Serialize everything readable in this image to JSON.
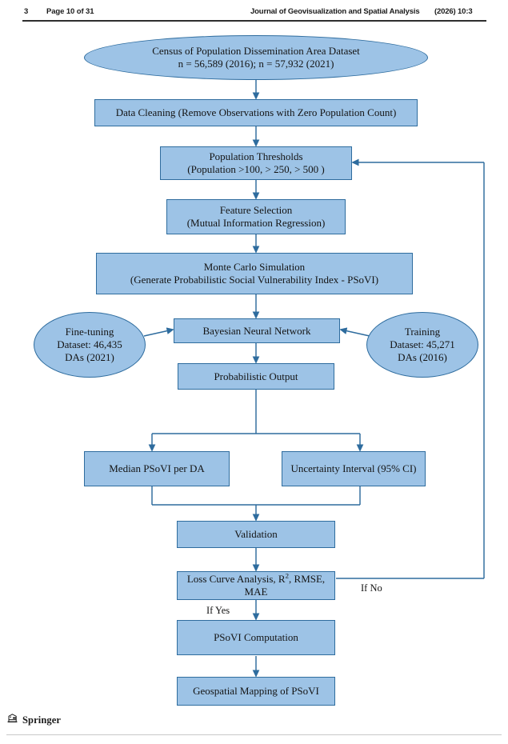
{
  "header": {
    "folio": "3",
    "page_label": "Page 10 of 31",
    "journal": "Journal of Geovisualization and Spatial Analysis",
    "issue": "(2026) 10:3"
  },
  "footer": {
    "publisher": "Springer",
    "logo_icon": "springer-knight-logo-icon"
  },
  "theme": {
    "node_fill": "#9DC3E6",
    "node_stroke": "#2E6C9E",
    "edge_color": "#2E6C9E",
    "text_color": "#141414",
    "page_background": "#FFFFFF"
  },
  "flowchart": {
    "type": "process-flow-diagram",
    "nodes": [
      {
        "id": "census",
        "shape": "ellipse",
        "line1": "Census of Population Dissemination Area Dataset",
        "line2": "n = 56,589 (2016); n = 57,932 (2021)"
      },
      {
        "id": "data-cleaning",
        "shape": "rectangle",
        "line1": "Data Cleaning (Remove Observations with Zero Population Count)",
        "line2": ""
      },
      {
        "id": "population-thresholds",
        "shape": "rectangle",
        "line1": "Population Thresholds",
        "line2": "(Population >100, > 250, > 500 )"
      },
      {
        "id": "feature-selection",
        "shape": "rectangle",
        "line1": "Feature Selection",
        "line2": "(Mutual Information Regression)"
      },
      {
        "id": "monte-carlo",
        "shape": "rectangle",
        "line1": "Monte Carlo Simulation",
        "line2": "(Generate Probabilistic Social Vulnerability Index - PSoVI)"
      },
      {
        "id": "fine-tuning",
        "shape": "ellipse",
        "line1": "Fine-tuning",
        "line2": "Dataset: 46,435",
        "line3": "DAs (2021)"
      },
      {
        "id": "bayesian-neural-network",
        "shape": "rectangle",
        "line1": "Bayesian Neural Network",
        "line2": ""
      },
      {
        "id": "training",
        "shape": "ellipse",
        "line1": "Training",
        "line2": "Dataset: 45,271",
        "line3": "DAs (2016)"
      },
      {
        "id": "probabilistic-output",
        "shape": "rectangle",
        "line1": "Probabilistic Output",
        "line2": ""
      },
      {
        "id": "median-psovi",
        "shape": "rectangle",
        "line1": "Median PSoVI per DA",
        "line2": ""
      },
      {
        "id": "uncertainty-interval",
        "shape": "rectangle",
        "line1": "Uncertainty Interval (95% CI)",
        "line2": ""
      },
      {
        "id": "validation",
        "shape": "rectangle",
        "line1": "Validation",
        "line2": ""
      },
      {
        "id": "loss-curve",
        "shape": "rectangle",
        "line1_pre": "Loss Curve Analysis, R",
        "line1_sup": "2",
        "line1_post": ", RMSE,",
        "line2": "MAE"
      },
      {
        "id": "psovi-computation",
        "shape": "rectangle",
        "line1": "PSoVI Computation",
        "line2": ""
      },
      {
        "id": "geospatial-mapping",
        "shape": "rectangle",
        "line1": "Geospatial Mapping of PSoVI",
        "line2": ""
      }
    ],
    "edge_labels": {
      "if_yes": "If Yes",
      "if_no": "If No"
    }
  }
}
